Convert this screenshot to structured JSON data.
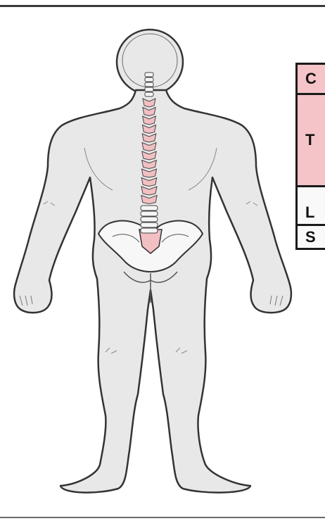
{
  "colors": {
    "body_fill": "#e8e8e8",
    "outline": "#333333",
    "spine_pink": "#f2bfc3",
    "spine_light": "#f5f5f5"
  },
  "legend": {
    "segments": [
      {
        "label": "C",
        "fill": "#f4c4c8"
      },
      {
        "label": "T",
        "fill": "#f4c4c8"
      },
      {
        "label": "L",
        "fill": "#f9f9f9"
      },
      {
        "label": "S",
        "fill": "#f9f9f9"
      }
    ]
  },
  "spine": {
    "thoracic_count": 12,
    "lumbar_count": 5
  }
}
